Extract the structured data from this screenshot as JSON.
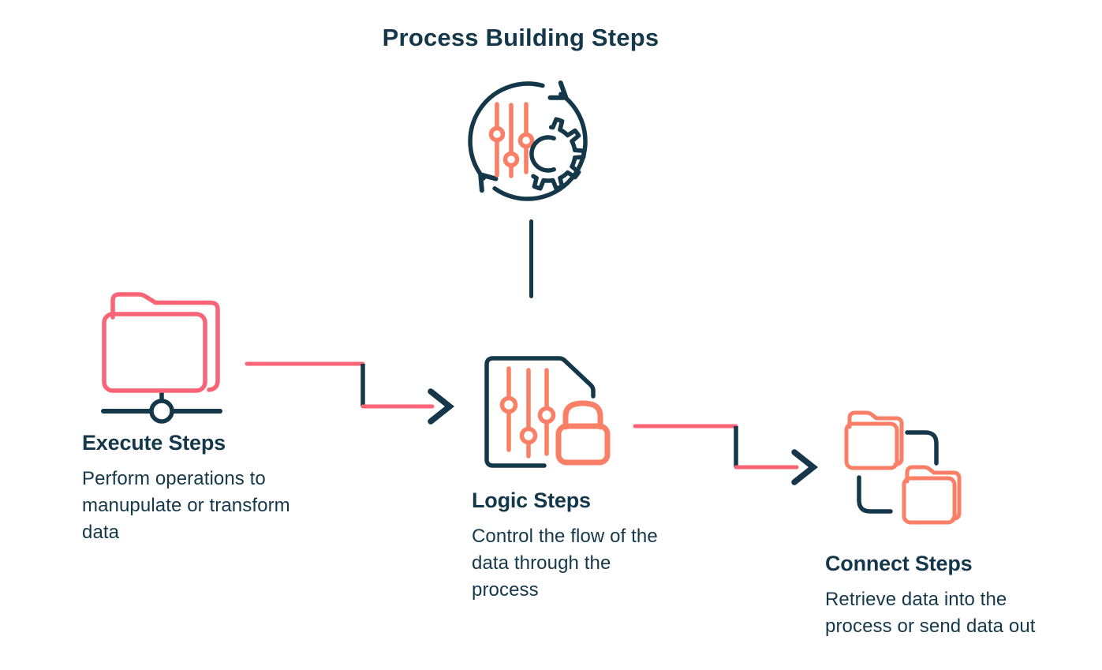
{
  "title": "Process Building Steps",
  "colors": {
    "navy": "#14384A",
    "pink": "#FA6477",
    "coral": "#F97F66"
  },
  "icons": {
    "top": "process-cycle-gear-icon",
    "execute": "network-folder-icon",
    "logic": "document-sliders-lock-icon",
    "connect": "folders-transfer-icon",
    "arrow_1": "arrow-execute-to-logic",
    "arrow_2": "arrow-logic-to-connect"
  },
  "steps": [
    {
      "id": "execute",
      "heading": "Execute Steps",
      "description": "Perform operations to manupulate or transform data"
    },
    {
      "id": "logic",
      "heading": "Logic Steps",
      "description": "Control the flow of the data through the process"
    },
    {
      "id": "connect",
      "heading": "Connect Steps",
      "description": "Retrieve data into the process or send data out"
    }
  ]
}
